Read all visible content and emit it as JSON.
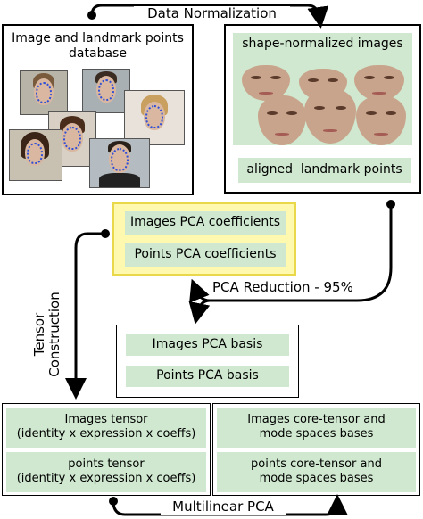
{
  "top_arrow_label": "Data Normalization",
  "database": {
    "title": "Image and landmark points database"
  },
  "normalized": {
    "images_label": "shape-normalized images",
    "points_label": "aligned  landmark points"
  },
  "coefficients": {
    "images": "Images PCA coefficients",
    "points": "Points PCA coefficients"
  },
  "pca_reduction_label": "PCA Reduction - 95%",
  "basis": {
    "images": "Images PCA basis",
    "points": "Points PCA basis"
  },
  "tensor_label": "Tensor Construction",
  "tensors": {
    "images_line1": "Images tensor",
    "images_line2": "(identity x expression x coeffs)",
    "points_line1": "points tensor",
    "points_line2": "(identity x expression x coeffs)"
  },
  "cores": {
    "images_line1": "Images core-tensor and",
    "images_line2": "mode spaces bases",
    "points_line1": "points core-tensor and",
    "points_line2": "mode spaces bases"
  },
  "bottom_arrow_label": "Multilinear PCA",
  "colors": {
    "green": "#cfe8cf",
    "yellow_fill": "#fff9b0",
    "yellow_border": "#e8d84a"
  }
}
